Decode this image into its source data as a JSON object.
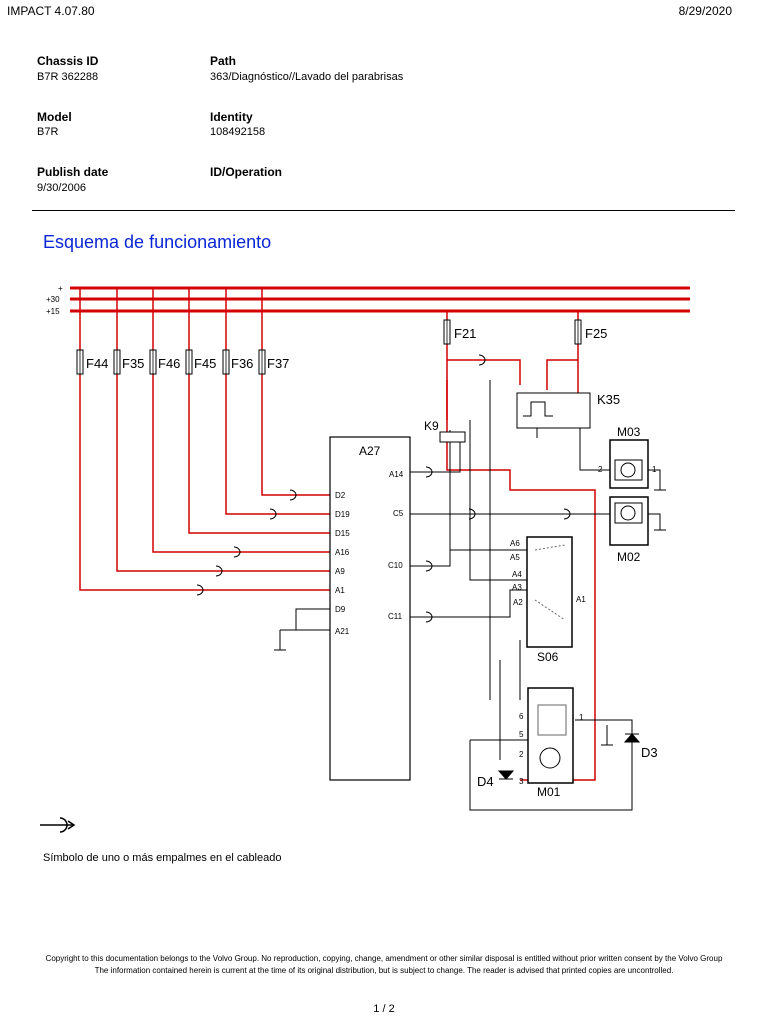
{
  "header": {
    "app": "IMPACT 4.07.80",
    "date": "8/29/2020"
  },
  "fields": {
    "chassis_label": "Chassis ID",
    "chassis_value": "B7R 362288",
    "path_label": "Path",
    "path_value": "363/Diagnóstico//Lavado del parabrisas",
    "model_label": "Model",
    "model_value": "B7R",
    "identity_label": "Identity",
    "identity_value": "108492158",
    "publish_label": "Publish date",
    "publish_value": "9/30/2006",
    "operation_label": "ID/Operation",
    "operation_value": ""
  },
  "title": "Esquema de funcionamiento",
  "diagram": {
    "rails": [
      "+",
      "+30",
      "+15"
    ],
    "fuses": [
      "F44",
      "F35",
      "F46",
      "F45",
      "F36",
      "F37",
      "F21",
      "F25"
    ],
    "modules": [
      "A27",
      "K35",
      "K9",
      "M03",
      "M02",
      "S06",
      "M01",
      "D3",
      "D4"
    ],
    "a27_left_pins": [
      "D2",
      "D19",
      "D15",
      "A16",
      "A9",
      "A1",
      "D9",
      "A21"
    ],
    "a27_right_pins": [
      "A14",
      "C5",
      "C10",
      "C11"
    ],
    "s06_pins": [
      "A6",
      "A5",
      "A4",
      "A3",
      "A2",
      "A1"
    ],
    "m01_pins": [
      "6",
      "5",
      "2",
      "3",
      "1"
    ],
    "motor_pins": [
      "2",
      "1"
    ]
  },
  "legend": "Símbolo de uno o más empalmes en el cableado",
  "footer": {
    "line1": "Copyright to this documentation belongs to the Volvo Group. No reproduction, copying, change, amendment or other similar disposal is entitled without prior written consent by the Volvo Group",
    "line2": "The information contained herein is current at the time of its original distribution, but is subject to change. The reader is advised that printed copies are uncontrolled."
  },
  "page": "1 / 2",
  "colors": {
    "title": "#0a26d6",
    "wire_power": "#d40000",
    "wire": "#000000"
  }
}
